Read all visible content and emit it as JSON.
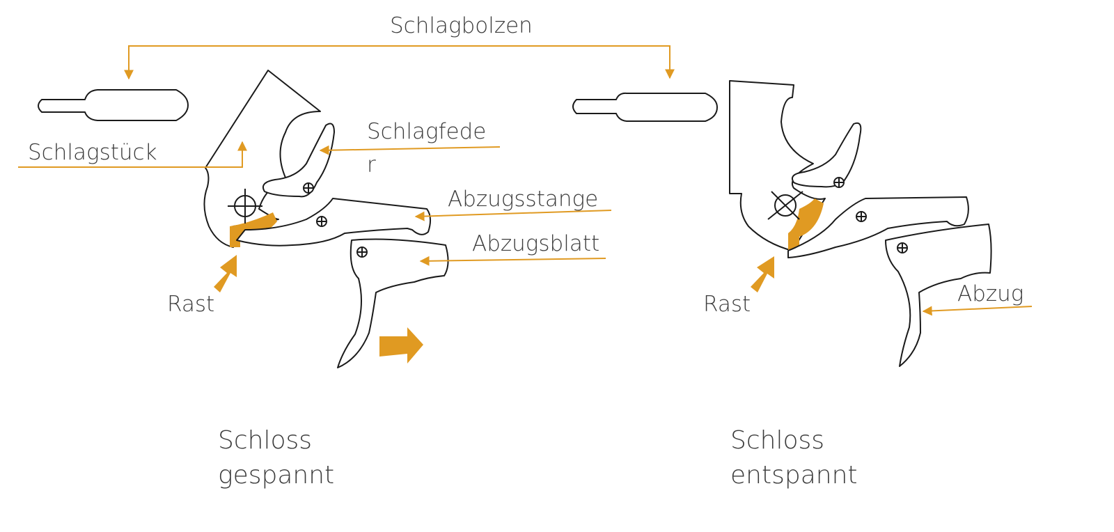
{
  "labels": {
    "schlagbolzen": "Schlagbolzen",
    "schlagstueck": "Schlagstück",
    "schlagfeder_line1": "Schlagfede",
    "schlagfeder_line2": "r",
    "abzugsstange": "Abzugsstange",
    "abzugsblatt": "Abzugsblatt",
    "rast_left": "Rast",
    "rast_right": "Rast",
    "abzug": "Abzug",
    "caption_left_line1": "Schloss",
    "caption_left_line2": "gespannt",
    "caption_right_line1": "Schloss",
    "caption_right_line2": "entspannt"
  },
  "colors": {
    "accent": "#e09a22",
    "outline": "#1a1a1a",
    "text": "#3c3c3c"
  }
}
